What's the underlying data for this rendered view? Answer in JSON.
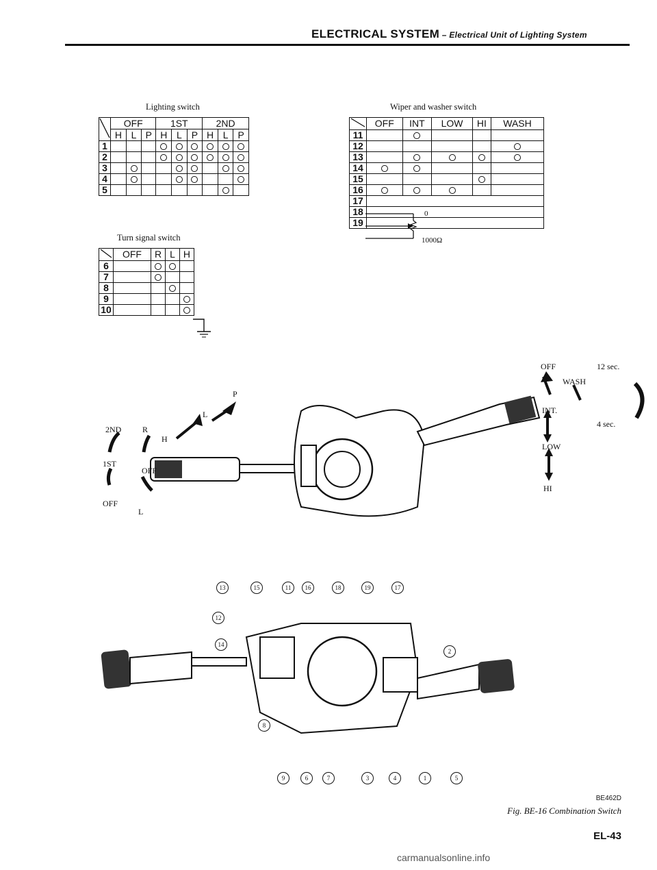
{
  "header": {
    "title": "ELECTRICAL SYSTEM",
    "subtitle": " – Electrical Unit of Lighting System"
  },
  "lighting": {
    "caption": "Lighting switch",
    "groups": [
      "OFF",
      "1ST",
      "2ND"
    ],
    "subcols": [
      "H",
      "L",
      "P",
      "H",
      "L",
      "P",
      "H",
      "L",
      "P"
    ],
    "rows": [
      "1",
      "2",
      "3",
      "4",
      "5"
    ]
  },
  "turn": {
    "caption": "Turn signal switch",
    "cols": [
      "OFF",
      "R",
      "L",
      "H"
    ],
    "rows": [
      "6",
      "7",
      "8",
      "9",
      "10"
    ]
  },
  "wiper": {
    "caption": "Wiper and washer switch",
    "cols": [
      "OFF",
      "INT",
      "LOW",
      "HI",
      "WASH"
    ],
    "rows": [
      "11",
      "12",
      "13",
      "14",
      "15",
      "16",
      "17",
      "18",
      "19"
    ],
    "zero": "0",
    "resistor": "1000Ω"
  },
  "lever_left": {
    "p": "P",
    "l": "L",
    "h": "H",
    "r": "R",
    "second": "2ND",
    "first": "1ST",
    "off_center": "OFF",
    "off_bottom": "OFF",
    "l_bottom": "L"
  },
  "lever_right": {
    "off": "OFF",
    "wash": "WASH",
    "int": "INT.",
    "low": "LOW",
    "hi": "HI",
    "t12": "12 sec.",
    "t4": "4 sec."
  },
  "connector": {
    "top": [
      "13",
      "15",
      "11",
      "16",
      "18",
      "19",
      "17"
    ],
    "left": [
      "12",
      "14",
      "8"
    ],
    "right": [
      "2"
    ],
    "bottom": [
      "9",
      "6",
      "7",
      "3",
      "4",
      "1",
      "5"
    ]
  },
  "figure": {
    "code": "BE462D",
    "caption": "Fig. BE-16  Combination Switch"
  },
  "page": {
    "number": "EL-43"
  },
  "watermark": "carmanualsonline.info"
}
